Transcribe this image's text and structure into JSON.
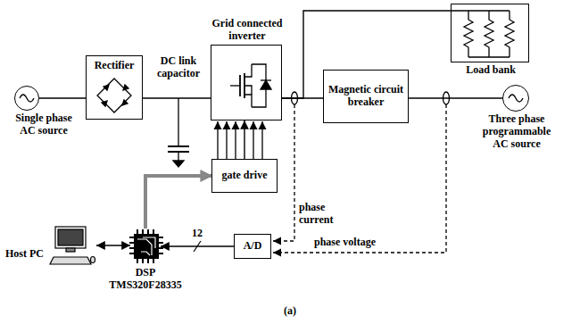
{
  "diagram": {
    "caption": "(a)",
    "nodes": [
      {
        "text": [
          "Single phase AC source"
        ]
      },
      {
        "text": [
          "Rectifier"
        ]
      },
      {
        "text": [
          "Grid connected inverter"
        ]
      },
      {
        "text": [
          "Load bank"
        ]
      },
      {
        "text": [
          "Magnetic circuit breaker"
        ]
      },
      {
        "text": [
          "Three phase programmable AC source"
        ]
      },
      {
        "text": [
          "gate drive"
        ]
      },
      {
        "text": [
          "Host PC"
        ]
      },
      {
        "text": [
          "DSP TMS320F28335"
        ]
      },
      {
        "text": [
          "A/D"
        ]
      }
    ],
    "edges": [
      {
        "from": 0,
        "to": 1,
        "arrow": "none"
      },
      {
        "from": 1,
        "to": 2,
        "arrow": "none"
      },
      {
        "from": 2,
        "to": 4,
        "arrow": "none"
      },
      {
        "from": 2,
        "to": 3,
        "arrow": "none"
      },
      {
        "from": 4,
        "to": 5,
        "arrow": "none"
      },
      {
        "from": 6,
        "to": 2,
        "arrow": "to"
      },
      {
        "from": 8,
        "to": 6,
        "arrow": "to"
      },
      {
        "from": 9,
        "to": 8,
        "label": "12",
        "arrow": "to"
      },
      {
        "from": 7,
        "to": 8,
        "arrow": "both"
      }
    ],
    "labels": [
      "DC link capacitor",
      "phase current",
      "phase voltage"
    ]
  }
}
